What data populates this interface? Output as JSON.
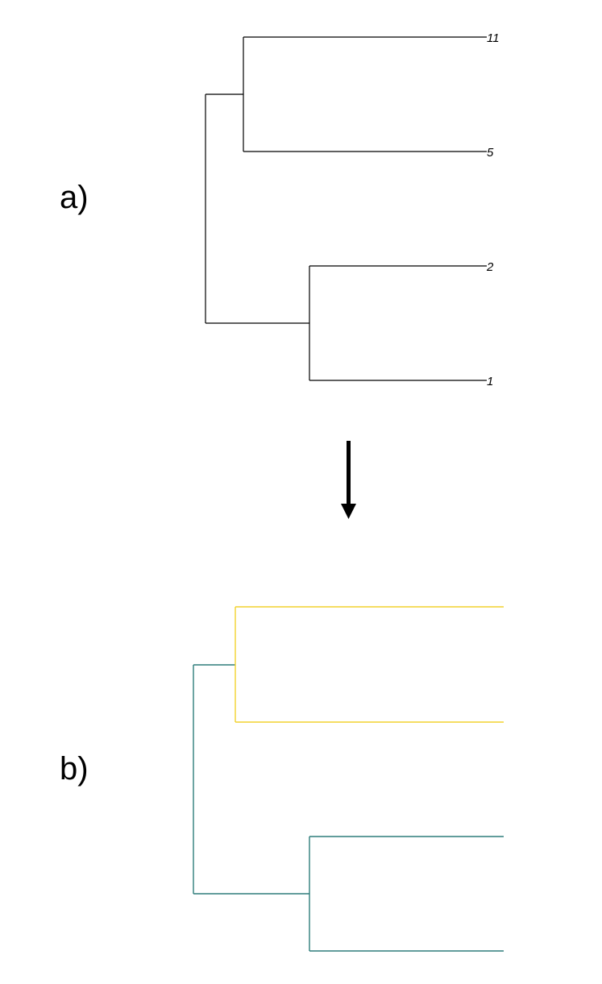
{
  "panels": {
    "a": {
      "label": "a)",
      "tips": [
        "11",
        "5",
        "2",
        "1"
      ],
      "branch_color": "#000000"
    },
    "b": {
      "label": "b)",
      "colors": {
        "cluster_top": "#f2d22e",
        "cluster_rest": "#2e7d7b"
      }
    }
  },
  "arrow": {
    "direction": "down",
    "color": "#000000"
  }
}
